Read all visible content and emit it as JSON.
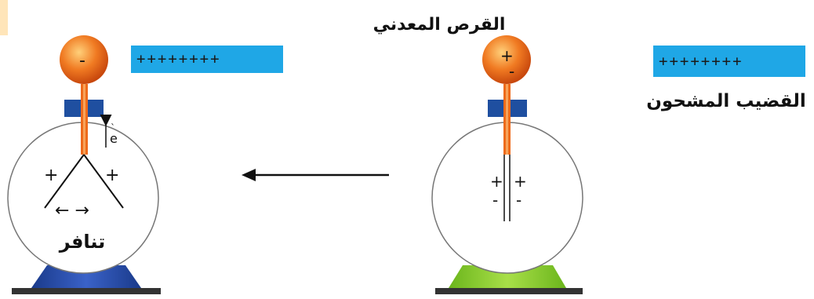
{
  "labels": {
    "metal_disk": "القرص المعدني",
    "charged_rod": "القضيب المشحون",
    "repulsion": "تنافر"
  },
  "rod_charges": "++++++++",
  "right_electroscope": {
    "knob_top": "+",
    "knob_bottom": "-",
    "leaf_top_left": "+",
    "leaf_top_right": "+",
    "leaf_bottom_left": "-",
    "leaf_bottom_right": "-"
  },
  "left_electroscope": {
    "knob": "-",
    "electron": "e",
    "leaf_left": "+",
    "leaf_right": "+",
    "arrows": "← →"
  },
  "colors": {
    "rod": "#1fa7e6",
    "knob": "#ee6a1a",
    "cap": "#1f4fa0",
    "base_left": "#2547a8",
    "base_right": "#8ccf2c",
    "stand": "#333333"
  }
}
